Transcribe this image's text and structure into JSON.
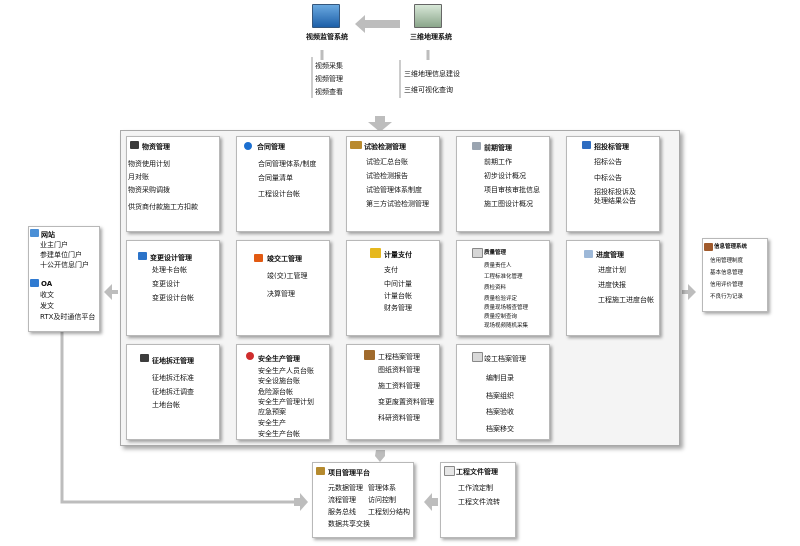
{
  "top": {
    "video_system": "视频监管系统",
    "gis_system": "三维地理系统",
    "video_items": [
      "视频采集",
      "视频管理",
      "视频查看"
    ],
    "gis_items": [
      "三维地理信息建设",
      "三维可视化查询"
    ]
  },
  "portal": {
    "site_title": "网站",
    "site_items": [
      "业主门户",
      "参建单位门户",
      "十公开信息门户"
    ],
    "oa_title": "OA",
    "oa_items": [
      "收文",
      "发文",
      "RTX及时通信平台"
    ]
  },
  "credit": {
    "title": "信息管理系统",
    "items": [
      "信用管理制度",
      "基本信息管理",
      "信用评价管理",
      "不良行为记录"
    ]
  },
  "modules": {
    "materials": {
      "title": "物资管理",
      "items": [
        "物资使用计划",
        "月对账",
        "物资采购调拨",
        "供货商付款施工方扣款"
      ]
    },
    "contract": {
      "title": "合同管理",
      "items": [
        "合同管理体系/制度",
        "合同量清单",
        "工程设计台帐"
      ]
    },
    "testing": {
      "title": "试验检测管理",
      "items": [
        "试验汇总台账",
        "试验检测报告",
        "试验管理体系制度",
        "第三方试验检测管理"
      ]
    },
    "preliminary": {
      "title": "前期管理",
      "items": [
        "前期工作",
        "初步设计概况",
        "项目审核审批信息",
        "施工图设计概况"
      ]
    },
    "tender": {
      "title": "招投标管理",
      "items": [
        "招标公告",
        "中标公告",
        "招投标投诉及",
        "处理结果公告"
      ]
    },
    "design_change": {
      "title": "变更设计管理",
      "items": [
        "处理卡台帐",
        "变更设计",
        "变更设计台帐"
      ]
    },
    "completion": {
      "title": "竣交工管理",
      "items": [
        "竣(交)工管理",
        "决算管理"
      ]
    },
    "payment": {
      "title": "计量支付",
      "items": [
        "支付",
        "中间计量",
        "计量台帐",
        "财务管理"
      ]
    },
    "quality": {
      "title": "质量管理",
      "items": [
        "质量责任人",
        "工程标准化管理",
        "质检资料",
        "质量检验评定",
        "质量现场稽查管理",
        "质量控制查询",
        "现场视频随机采集"
      ]
    },
    "progress": {
      "title": "进度管理",
      "items": [
        "进度计划",
        "进度快报",
        "工程施工进度台帐"
      ]
    },
    "demolition": {
      "title": "征地拆迁管理",
      "items": [
        "征地拆迁标准",
        "征地拆迁调查",
        "土地台帐"
      ]
    },
    "safety": {
      "title": "安全生产管理",
      "items": [
        "安全生产人员台账",
        "安全设施台账",
        "危险源台帐",
        "安全生产管理计划",
        "应急预案",
        "安全生产",
        "安全生产台帐"
      ]
    },
    "eng_archive": {
      "title": "工程档案管理",
      "items": [
        "图纸资料管理",
        "施工资料管理",
        "变更废置资料管理",
        "科研资料管理"
      ]
    },
    "completion_archive": {
      "title": "竣工档案管理",
      "items": [
        "编制目录",
        "档案组织",
        "档案验收",
        "档案移交"
      ]
    }
  },
  "platform": {
    "title": "项目管理平台",
    "items": [
      "元数据管理",
      "管理体系",
      "流程管理",
      "访问控制",
      "服务总线",
      "工程划分结构",
      "数据共享交换"
    ]
  },
  "files": {
    "title": "工程文件管理",
    "items": [
      "工作流定制",
      "工程文件流转"
    ]
  }
}
